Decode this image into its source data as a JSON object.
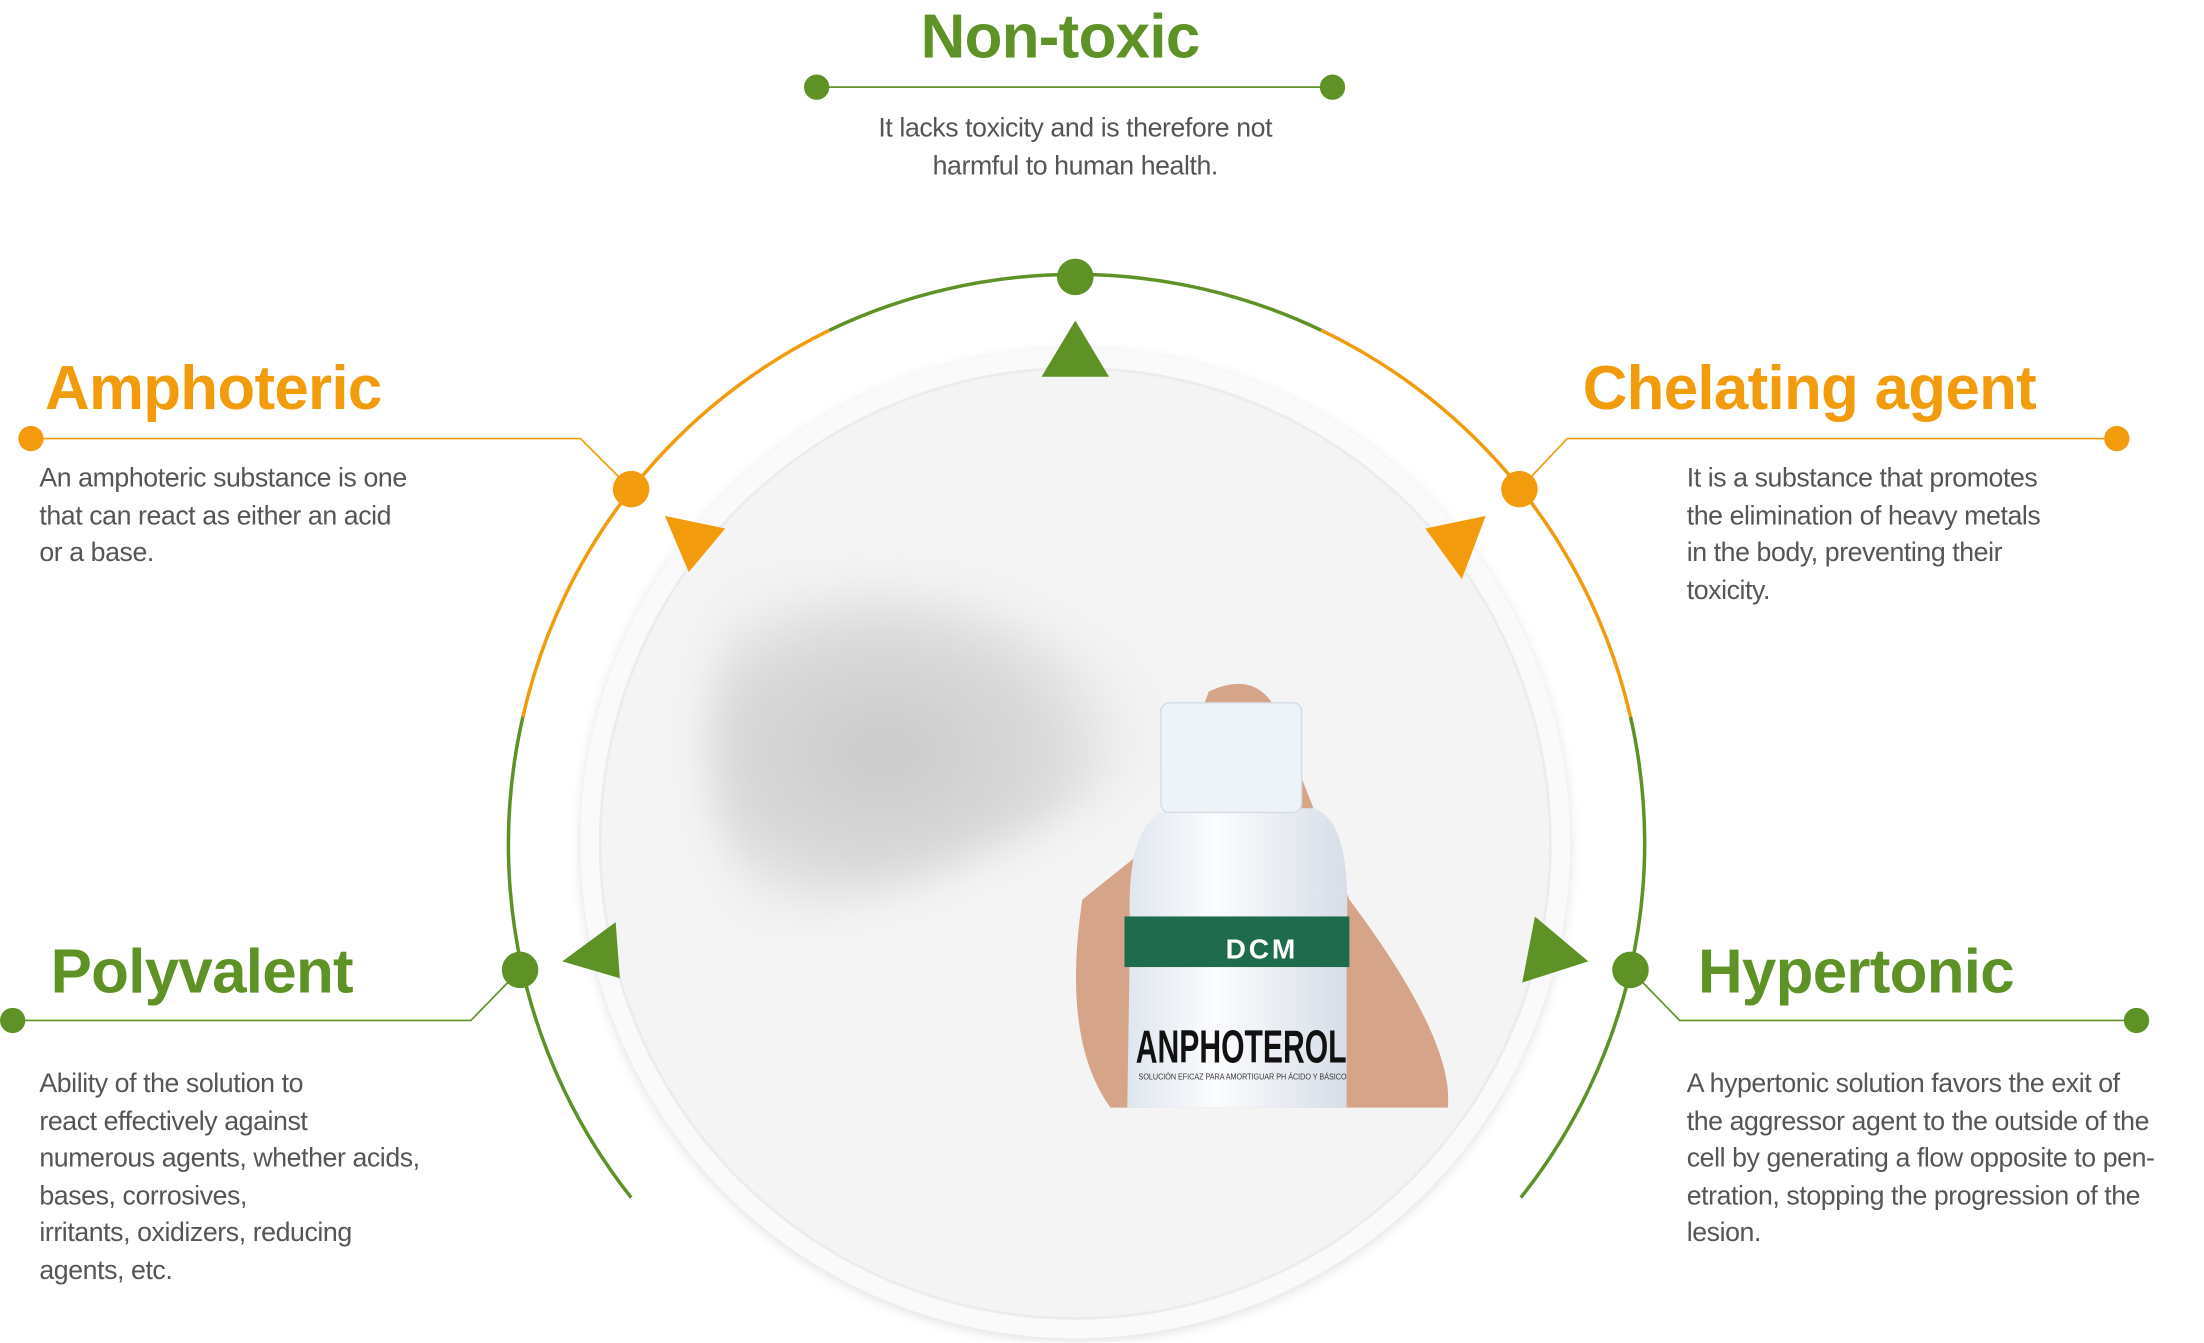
{
  "colors": {
    "green": "#5e9226",
    "orange": "#f29c0d",
    "text": "#555555"
  },
  "features": {
    "non_toxic": {
      "title": "Non-toxic",
      "lines": [
        "It lacks toxicity and is therefore not",
        "harmful to human health."
      ]
    },
    "amphoteric": {
      "title": "Amphoteric",
      "lines": [
        "An amphoteric substance is one",
        "that can react as either an acid",
        "or a base."
      ]
    },
    "chelating": {
      "title": "Chelating agent",
      "lines": [
        "It is a substance that promotes",
        "the elimination of heavy metals",
        "in the body, preventing their",
        "toxicity."
      ]
    },
    "polyvalent": {
      "title": "Polyvalent",
      "lines": [
        "Ability of the solution to",
        "react effectively against",
        "numerous agents, whether acids,",
        "bases, corrosives,",
        "irritants, oxidizers, reducing",
        "agents, etc."
      ]
    },
    "hypertonic": {
      "title": "Hypertonic",
      "lines": [
        "A hypertonic solution favors the exit of",
        "the aggressor agent to the outside of the",
        "cell by generating a flow opposite to pen-",
        "etration, stopping the progression of the",
        "lesion."
      ]
    }
  },
  "product": {
    "brand": "DCM",
    "name": "ANPHOTEROL",
    "tagline": "SOLUCIÓN EFICAZ PARA AMORTIGUAR PH ÁCIDO Y BÁSICO"
  }
}
